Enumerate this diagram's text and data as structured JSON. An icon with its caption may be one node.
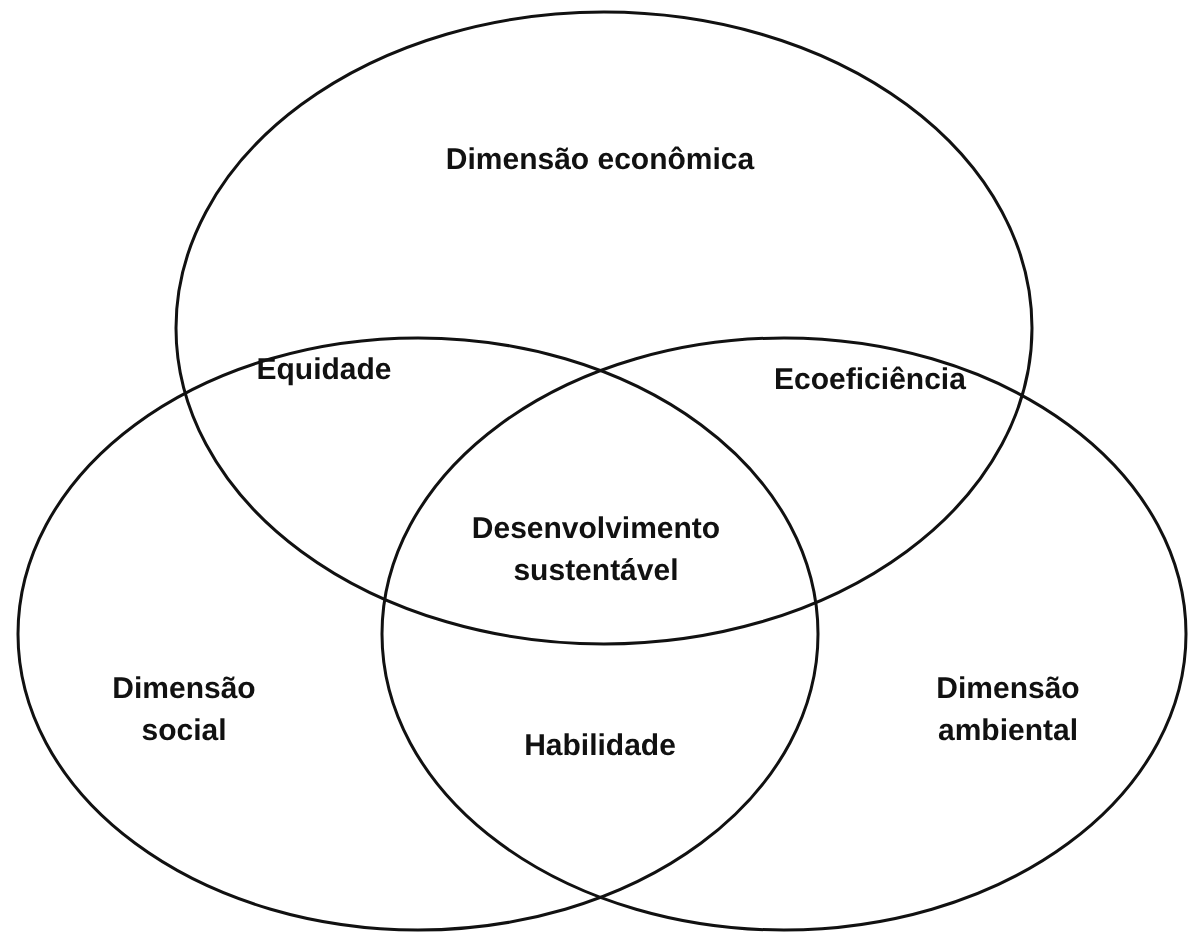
{
  "diagram": {
    "nodes": [
      {
        "text": [
          "Dimensão econômica"
        ]
      },
      {
        "text": [
          "Dimensão social"
        ]
      },
      {
        "text": [
          "Dimensão ambiental"
        ]
      }
    ],
    "edges": [],
    "labels": [
      "Equidade",
      "Ecoeficiência",
      "Desenvolvimento sustentável",
      "Habilidade"
    ]
  }
}
